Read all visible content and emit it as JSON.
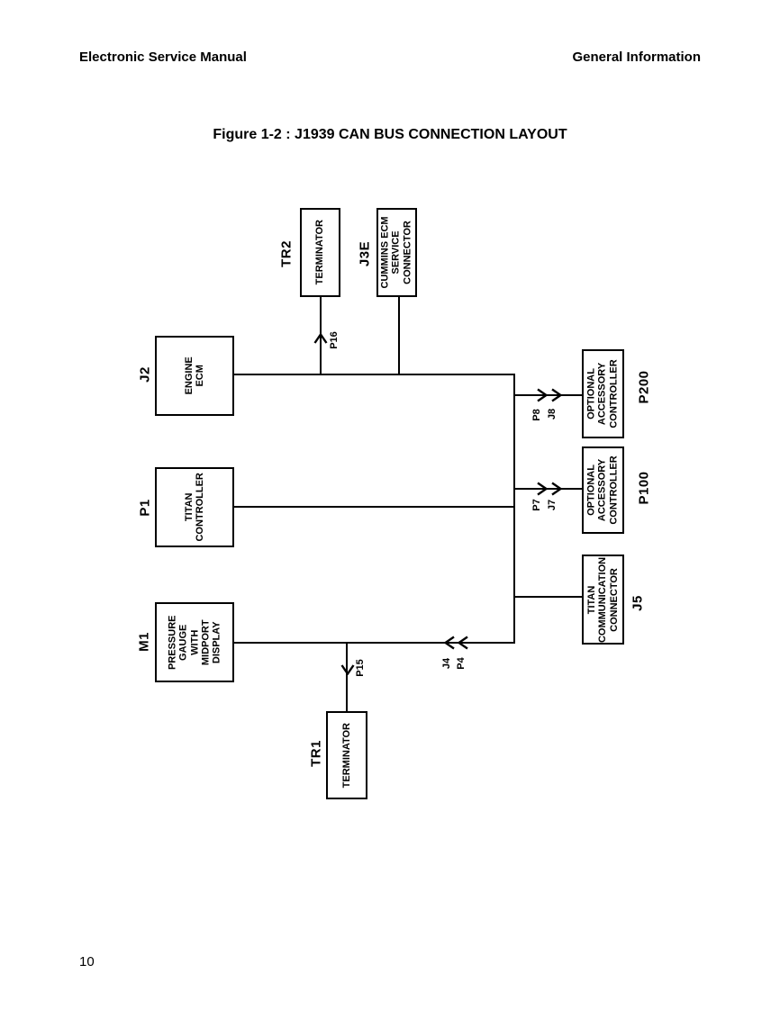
{
  "page": {
    "header_left": "Electronic Service Manual",
    "header_right": "General Information",
    "figure_title": "Figure 1-2 : J1939 CAN BUS CONNECTION LAYOUT",
    "page_number": "10"
  },
  "diagram": {
    "line_color": "#000000",
    "nodes": {
      "tr2": {
        "ref": "TR2",
        "label": "TERMINATOR"
      },
      "j3e": {
        "ref": "J3E",
        "label": "CUMMINS ECM\nSERVICE\nCONNECTOR"
      },
      "j2": {
        "ref": "J2",
        "label": "ENGINE\nECM"
      },
      "p1": {
        "ref": "P1",
        "label": "TITAN\nCONTROLLER"
      },
      "m1": {
        "ref": "M1",
        "label": "PRESSURE\nGAUGE\nWITH\nMIDPORT\nDISPLAY"
      },
      "p200": {
        "ref": "P200",
        "label": "OPTIONAL\nACCESSORY\nCONTROLLER"
      },
      "p100": {
        "ref": "P100",
        "label": "OPTIONAL\nACCESSORY\nCONTROLLER"
      },
      "j5": {
        "ref": "J5",
        "label": "TITAN\nCOMMUNICATION\nCONNECTOR"
      },
      "tr1": {
        "ref": "TR1",
        "label": "TERMINATOR"
      }
    },
    "connector_labels": {
      "p16": "P16",
      "p8": "P8",
      "j8": "J8",
      "p7": "P7",
      "j7": "J7",
      "j4": "J4",
      "p4": "P4",
      "p15": "P15"
    }
  }
}
